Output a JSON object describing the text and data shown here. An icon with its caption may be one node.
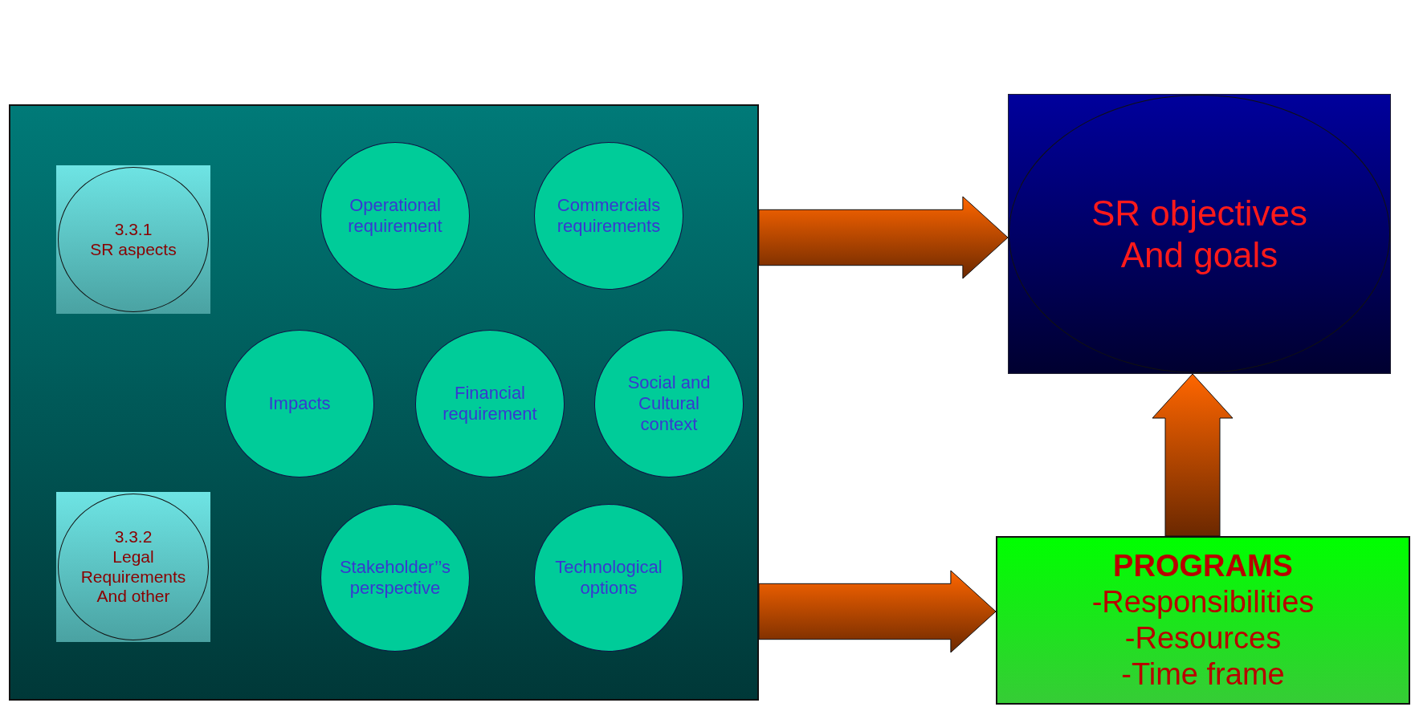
{
  "diagram": {
    "nodes": [
      {
        "text": [],
        "shape": "box"
      },
      {
        "text": [
          "3.3.1",
          "SR aspects"
        ],
        "in": 0
      },
      {
        "text": [
          "Operational requirement"
        ],
        "in": 0
      },
      {
        "text": [
          "Commercials requirements"
        ],
        "in": 0
      },
      {
        "text": [
          "Impacts"
        ],
        "in": 0
      },
      {
        "text": [
          "Financial requirement"
        ],
        "in": 0
      },
      {
        "text": [
          "Social and Cultural context"
        ],
        "in": 0
      },
      {
        "text": [
          "3.3.2",
          "Legal Requirements And other"
        ],
        "in": 0
      },
      {
        "text": [
          "Stakeholder’’s perspective"
        ],
        "in": 0
      },
      {
        "text": [
          "Technological options"
        ],
        "in": 0
      },
      {
        "text": [
          "SR objectives And goals"
        ]
      },
      {
        "text": [
          "PROGRAMS",
          "-Responsibilities",
          "-Resources",
          "-Time frame"
        ]
      }
    ],
    "edges": [
      {
        "from": 0,
        "to": 10,
        "arrow": "to"
      },
      {
        "from": 0,
        "to": 11,
        "arrow": "to"
      },
      {
        "from": 11,
        "to": 10,
        "arrow": "to"
      }
    ]
  }
}
